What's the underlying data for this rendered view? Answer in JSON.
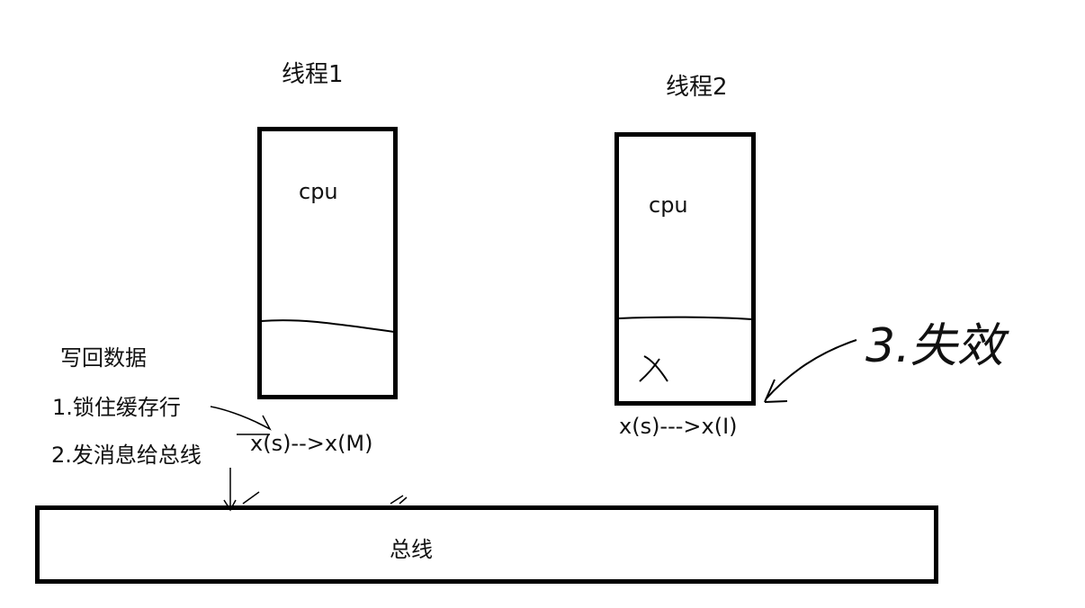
{
  "colors": {
    "ink": "#000000",
    "background": "#ffffff"
  },
  "thread1": {
    "title": "线程1",
    "cpu_label": "cpu",
    "state_transition": "x(s)-->x(M)"
  },
  "thread2": {
    "title": "线程2",
    "cpu_label": "cpu",
    "cache_value": "x",
    "state_transition": "x(s)--->x(I)"
  },
  "write_back": {
    "heading": "写回数据",
    "steps": [
      "1.锁住缓存行",
      "2.发消息给总线"
    ]
  },
  "invalidated_note": "3.失效",
  "bus": {
    "label": "总线"
  }
}
